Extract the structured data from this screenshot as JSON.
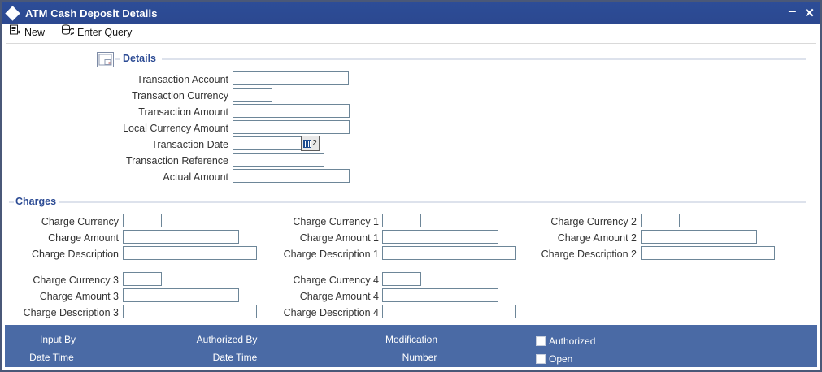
{
  "window": {
    "title": "ATM Cash Deposit Details",
    "icon": "diamond-icon",
    "minimize_label": "–",
    "close_label": "✕"
  },
  "toolbar": {
    "items": [
      {
        "label": "New",
        "icon": "new-document-icon"
      },
      {
        "label": "Enter Query",
        "icon": "database-query-icon"
      }
    ]
  },
  "details": {
    "legend": "Details",
    "icon": "panel-restore-icon",
    "fields": [
      {
        "label": "Transaction Account",
        "value": "",
        "width": 143
      },
      {
        "label": "Transaction Currency",
        "value": "",
        "width": 49
      },
      {
        "label": "Transaction Amount",
        "value": "",
        "width": 144
      },
      {
        "label": "Local Currency Amount",
        "value": "",
        "width": 144
      },
      {
        "label": "Transaction Date",
        "value": "",
        "width": 87
      },
      {
        "label": "Transaction Reference",
        "value": "",
        "width": 113
      },
      {
        "label": "Actual Amount",
        "value": "",
        "width": 144
      }
    ],
    "calendar_button": {
      "icon": "calendar-icon",
      "glyph": "2"
    }
  },
  "charges": {
    "legend": "Charges",
    "columns": [
      {
        "groups": [
          {
            "rows": [
              {
                "label": "Charge Currency",
                "value": "",
                "width": 48
              },
              {
                "label": "Charge Amount",
                "value": "",
                "width": 143
              },
              {
                "label": "Charge Description",
                "value": "",
                "width": 165
              }
            ]
          },
          {
            "rows": [
              {
                "label": "Charge Currency 3",
                "value": "",
                "width": 48
              },
              {
                "label": "Charge Amount 3",
                "value": "",
                "width": 143
              },
              {
                "label": "Charge Description 3",
                "value": "",
                "width": 165
              }
            ]
          }
        ]
      },
      {
        "groups": [
          {
            "rows": [
              {
                "label": "Charge Currency 1",
                "value": "",
                "width": 48
              },
              {
                "label": "Charge Amount 1",
                "value": "",
                "width": 143
              },
              {
                "label": "Charge Description 1",
                "value": "",
                "width": 165
              }
            ]
          },
          {
            "rows": [
              {
                "label": "Charge Currency 4",
                "value": "",
                "width": 48
              },
              {
                "label": "Charge Amount 4",
                "value": "",
                "width": 143
              },
              {
                "label": "Charge Description 4",
                "value": "",
                "width": 165
              }
            ]
          }
        ]
      },
      {
        "groups": [
          {
            "rows": [
              {
                "label": "Charge Currency 2",
                "value": "",
                "width": 48
              },
              {
                "label": "Charge Amount 2",
                "value": "",
                "width": 143
              },
              {
                "label": "Charge Description 2",
                "value": "",
                "width": 165
              }
            ]
          }
        ]
      }
    ]
  },
  "footer": {
    "cells": [
      {
        "line1": "Input By",
        "line2": "Date Time"
      },
      {
        "line1": "Authorized By",
        "line2": "Date Time"
      },
      {
        "line1": "Modification",
        "line2": "Number"
      }
    ],
    "checkboxes": [
      {
        "label": "Authorized",
        "checked": false
      },
      {
        "label": "Open",
        "checked": false
      }
    ]
  },
  "colors": {
    "titlebar": "#2c4b94",
    "footer": "#4a6aa5",
    "legend": "#2c4b94",
    "field_border": "#6d8698",
    "window_border": "#4a5878"
  }
}
